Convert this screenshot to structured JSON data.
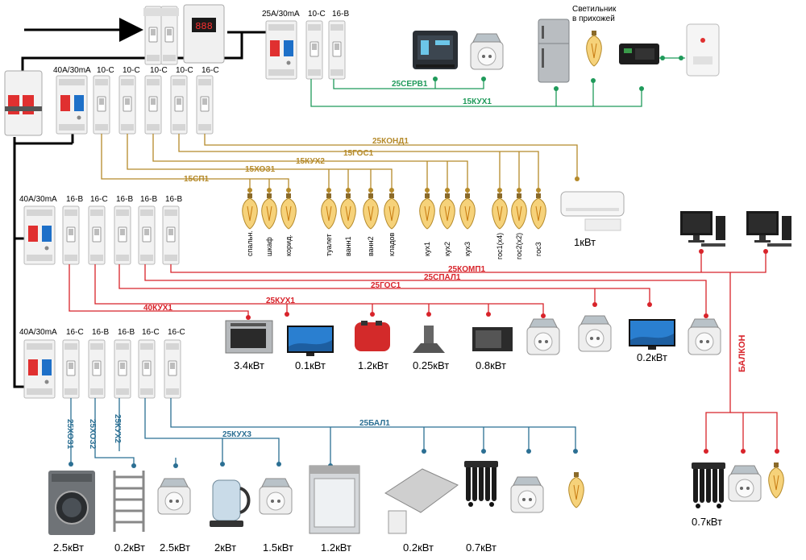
{
  "colors": {
    "main_wire": "#000000",
    "brown": "#b58a2a",
    "red": "#d8232a",
    "blue": "#2b6f93",
    "green": "#1f9a5a",
    "breaker_red": "#e03030",
    "breaker_blue": "#1e70c8"
  },
  "breaker_labels": {
    "top_rcd": "25A/30mA",
    "top_b1": "10-C",
    "top_b2": "16-B",
    "g1_rcd": "40A/30mA",
    "g1_b1": "10-C",
    "g1_b2": "10-C",
    "g1_b3": "10-C",
    "g1_b4": "10-C",
    "g1_b5": "16-C",
    "g2_rcd": "40A/30mA",
    "g2_b1": "16-B",
    "g2_b2": "16-C",
    "g2_b3": "16-B",
    "g2_b4": "16-B",
    "g2_b5": "16-B",
    "g3_rcd": "40A/30mA",
    "g3_b1": "16-C",
    "g3_b2": "16-B",
    "g3_b3": "16-B",
    "g3_b4": "16-C",
    "g3_b5": "16-C"
  },
  "notes": {
    "hall_light": [
      "Светильник",
      "в прихожей"
    ]
  },
  "cables": {
    "serv": "25СЕРВ1",
    "kux1_top": "15КУХ1",
    "kond": "25КОНД1",
    "gos1_15": "15ГОС1",
    "kux2_15": "15КУХ2",
    "xoz1_15": "15ХОЗ1",
    "sp1": "15СП1",
    "komp": "25КОМП1",
    "spal": "25СПАЛ1",
    "gos1_25": "25ГОС1",
    "kux1_25": "25КУХ1",
    "kux1_40": "40КУХ1",
    "balkon": "БАЛКОН",
    "xoz1_25": "25ХОЗ1",
    "xoz2_25": "25ХОЗ2",
    "kux2_25": "25КУХ2",
    "kux3_25": "25КУХ3",
    "bal1": "25БАЛ1"
  },
  "lamp_labels": [
    "спальн.",
    "шкаф",
    "корид.",
    "туалет",
    "ванн1",
    "ванн2",
    "кладов",
    "кух1",
    "кух2",
    "кух3",
    "гос1(х4)",
    "гос2(х2)",
    "гос3"
  ],
  "power": {
    "ac": "1кВт",
    "oven": "3.4кВт",
    "tv1": "0.1кВт",
    "toaster": "1.2кВт",
    "hood": "0.25кВт",
    "microwave": "0.8кВт",
    "tv2": "0.2кВт",
    "balcony_heater": "0.7кВт",
    "washer": "2.5кВт",
    "towel_rail": "0.2кВт",
    "socket_bath": "2.5кВт",
    "kettle": "2кВт",
    "socket_kitchen": "1.5кВт",
    "dishwasher": "1.2кВт",
    "ventilation": "0.2кВт",
    "radiator": "0.7кВт"
  }
}
